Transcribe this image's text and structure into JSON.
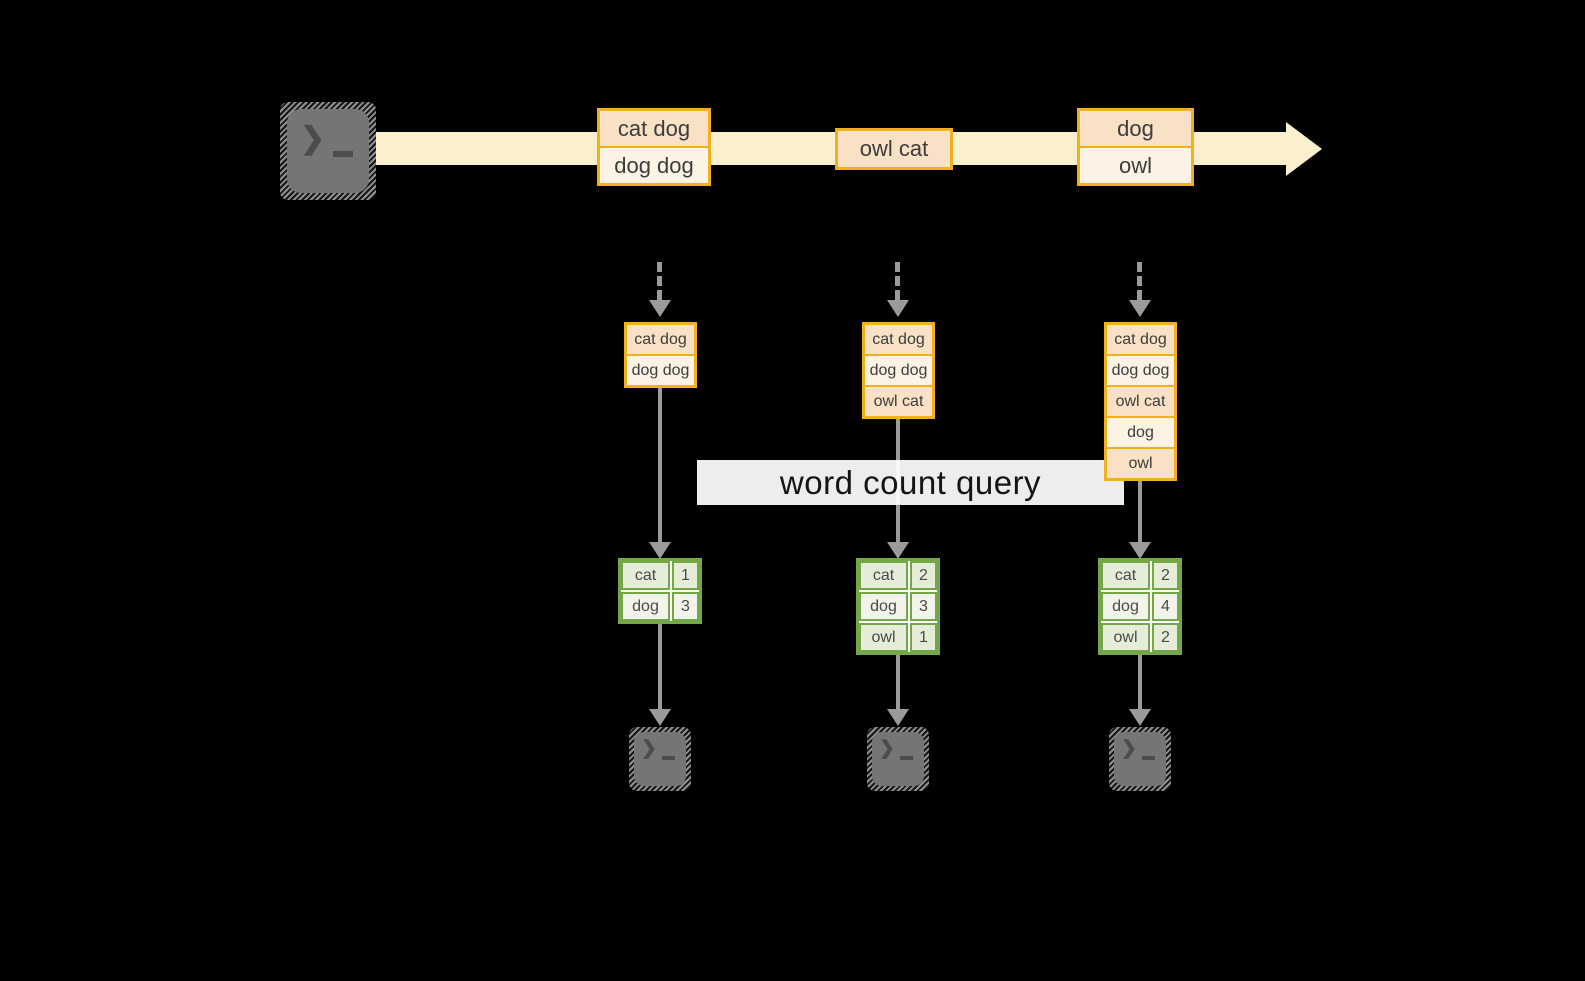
{
  "diagram": {
    "title": "word count query",
    "terminal": {
      "icon": "terminal-icon",
      "glyph": "❯"
    },
    "stream": {
      "events": [
        {
          "lines": [
            "cat dog",
            "dog dog"
          ]
        },
        {
          "lines": [
            "owl cat"
          ]
        },
        {
          "lines": [
            "dog",
            "owl"
          ]
        }
      ]
    },
    "columns": [
      {
        "buffer": [
          "cat dog",
          "dog dog"
        ],
        "counts": [
          {
            "word": "cat",
            "count": "1"
          },
          {
            "word": "dog",
            "count": "3"
          }
        ]
      },
      {
        "buffer": [
          "cat dog",
          "dog dog",
          "owl cat"
        ],
        "counts": [
          {
            "word": "cat",
            "count": "2"
          },
          {
            "word": "dog",
            "count": "3"
          },
          {
            "word": "owl",
            "count": "1"
          }
        ]
      },
      {
        "buffer": [
          "cat dog",
          "dog dog",
          "owl cat",
          "dog",
          "owl"
        ],
        "counts": [
          {
            "word": "cat",
            "count": "2"
          },
          {
            "word": "dog",
            "count": "4"
          },
          {
            "word": "owl",
            "count": "2"
          }
        ]
      }
    ],
    "colors": {
      "background": "#000000",
      "stream_band": "#FBF0CE",
      "event_border": "#F1B01E",
      "event_fill_dark": "#F8E1C5",
      "event_fill_light": "#FDF3E5",
      "table_border": "#74A747",
      "table_cell_dark": "#E5EDD9",
      "table_cell_light": "#F0F4EA",
      "arrow_gray": "#9B9B9B",
      "terminal_gray": "#757575"
    }
  }
}
